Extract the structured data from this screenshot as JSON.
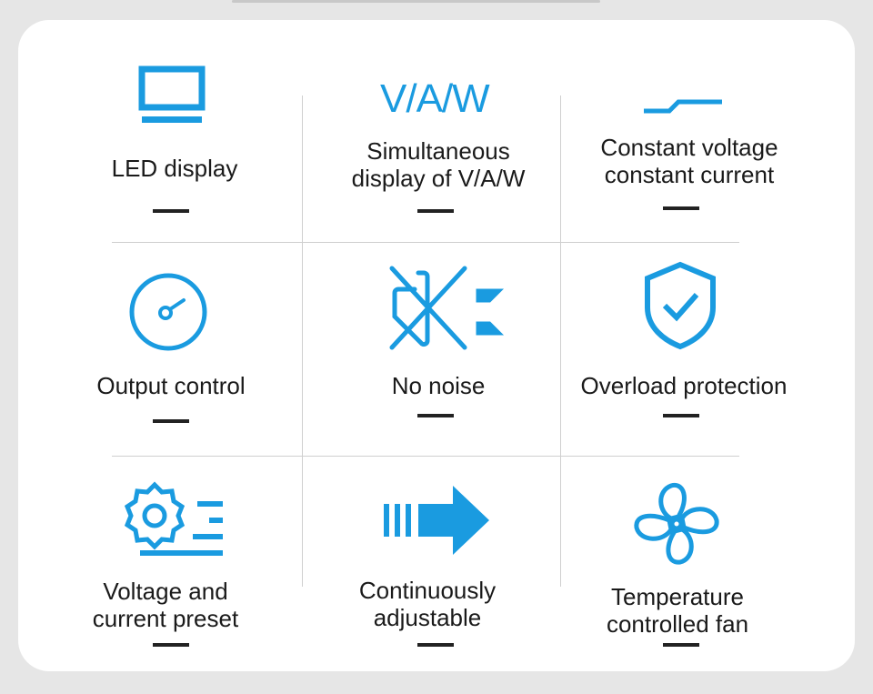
{
  "accent": "#1a9be0",
  "features": [
    {
      "label": "LED display",
      "icon": "monitor-icon"
    },
    {
      "label": "Simultaneous\ndisplay of V/A/W",
      "icon": "vaw-text-icon",
      "icon_text": "V/A/W"
    },
    {
      "label": "Constant voltage\nconstant current",
      "icon": "cv-cc-line-icon"
    },
    {
      "label": "Output control",
      "icon": "gauge-icon"
    },
    {
      "label": "No noise",
      "icon": "no-noise-icon"
    },
    {
      "label": "Overload protection",
      "icon": "shield-check-icon"
    },
    {
      "label": "Voltage and\ncurrent preset",
      "icon": "gear-settings-icon"
    },
    {
      "label": "Continuously\nadjustable",
      "icon": "arrow-right-icon"
    },
    {
      "label": "Temperature\ncontrolled fan",
      "icon": "fan-icon"
    }
  ]
}
